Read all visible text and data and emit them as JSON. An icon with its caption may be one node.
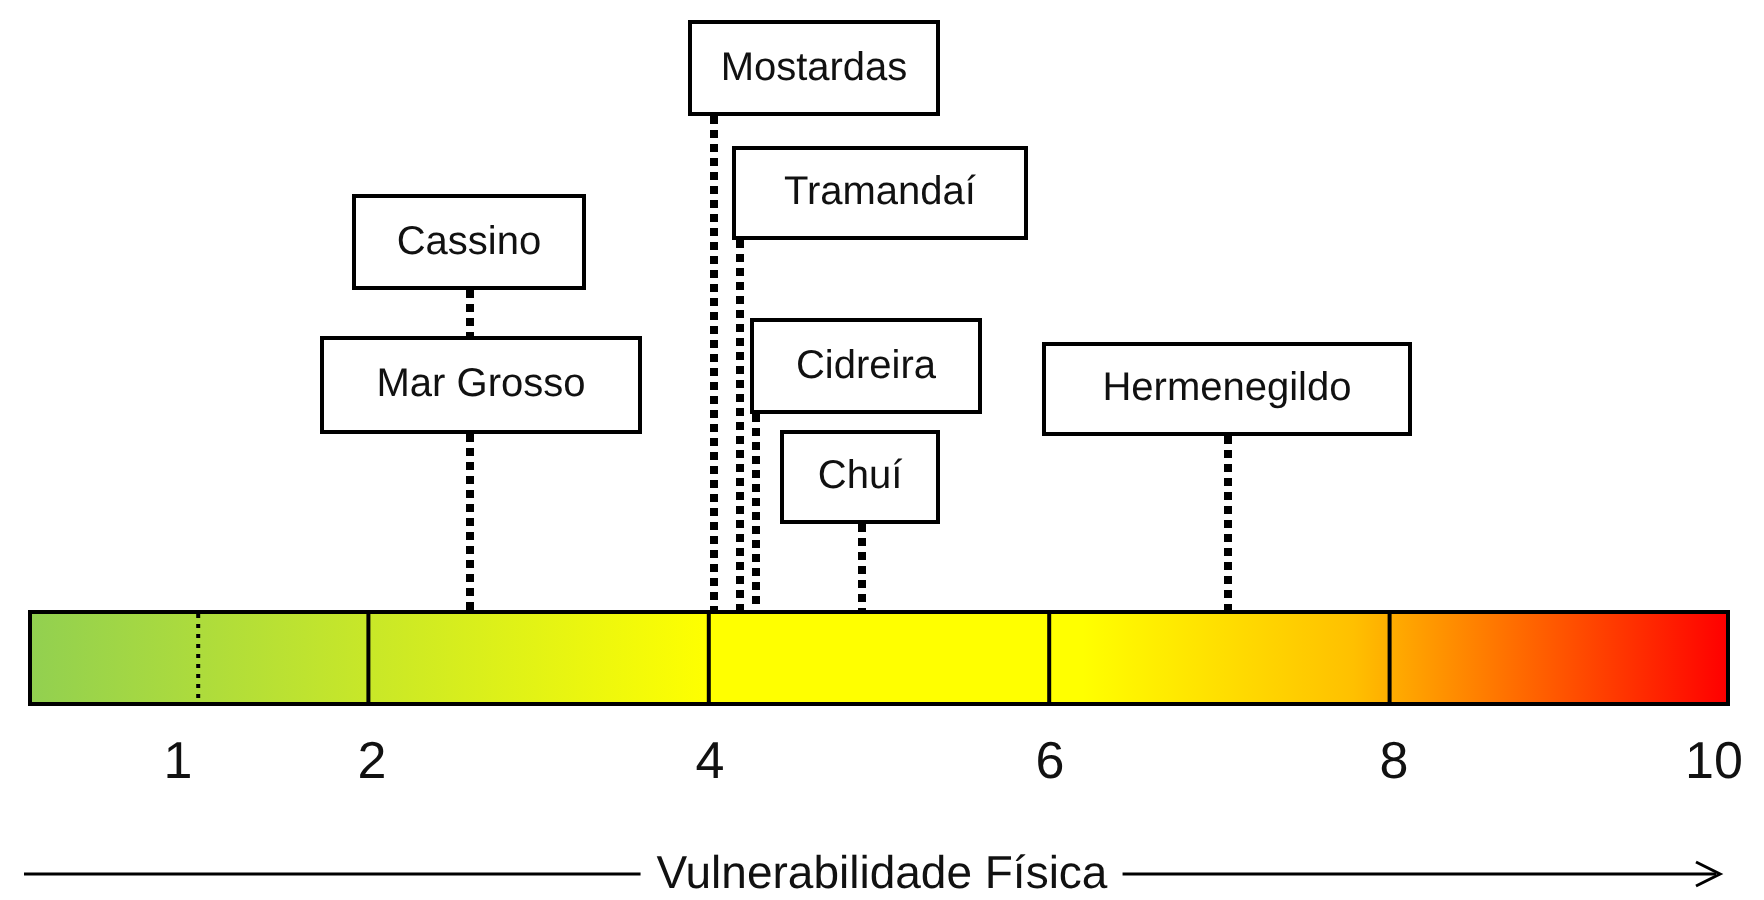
{
  "diagram": {
    "nodes": [
      {
        "text": [
          "Mostardas"
        ]
      },
      {
        "text": [
          "Tramandaí"
        ]
      },
      {
        "text": [
          "Cassino"
        ]
      },
      {
        "text": [
          "Cidreira"
        ]
      },
      {
        "text": [
          "Mar Grosso"
        ]
      },
      {
        "text": [
          "Hermenegildo"
        ]
      },
      {
        "text": [
          "Chuí"
        ]
      },
      {
        "text": [],
        "shape": "bar"
      }
    ],
    "edges": [
      {
        "from": 0,
        "to": 7,
        "arrow": "none",
        "style": "dashed"
      },
      {
        "from": 1,
        "to": 7,
        "arrow": "none",
        "style": "dashed"
      },
      {
        "from": 2,
        "to": 4,
        "arrow": "none",
        "style": "dashed"
      },
      {
        "from": 3,
        "to": 7,
        "arrow": "none",
        "style": "dashed"
      },
      {
        "from": 4,
        "to": 7,
        "arrow": "none",
        "style": "dashed"
      },
      {
        "from": 5,
        "to": 7,
        "arrow": "none",
        "style": "dashed"
      },
      {
        "from": 6,
        "to": 7,
        "arrow": "none",
        "style": "dashed"
      }
    ],
    "labels": [
      "1",
      "2",
      "4",
      "6",
      "8",
      "10",
      "Vulnerabilidade Física"
    ]
  }
}
